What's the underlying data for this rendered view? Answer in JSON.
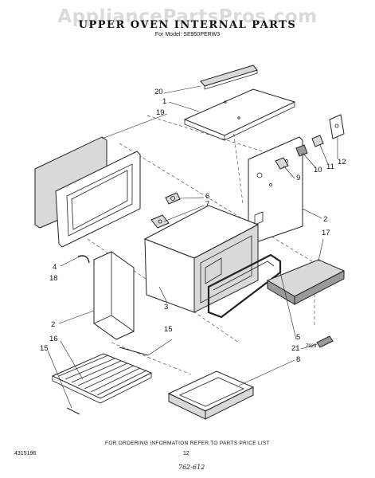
{
  "watermark": "AppliancePartsPros.com",
  "header": {
    "title": "UPPER OVEN INTERNAL PARTS",
    "model": "For Model: SE950PERW3"
  },
  "callouts": {
    "c20": "20",
    "c1": "1",
    "c19": "19",
    "c6": "6",
    "c7": "7",
    "c9": "9",
    "c10": "10",
    "c11": "11",
    "c12": "12",
    "c2a": "2",
    "c17": "17",
    "c4": "4",
    "c18": "18",
    "c3": "3",
    "c15a": "15",
    "c2b": "2",
    "c16": "16",
    "c15b": "15",
    "c5": "5",
    "c21": "21",
    "c8": "8"
  },
  "diagram_ref": "7929",
  "footer": {
    "note": "FOR ORDERING INFORMATION REFER TO PARTS PRICE LIST",
    "doc_number": "4315196",
    "page_number": "12",
    "handwritten": "762-612"
  }
}
